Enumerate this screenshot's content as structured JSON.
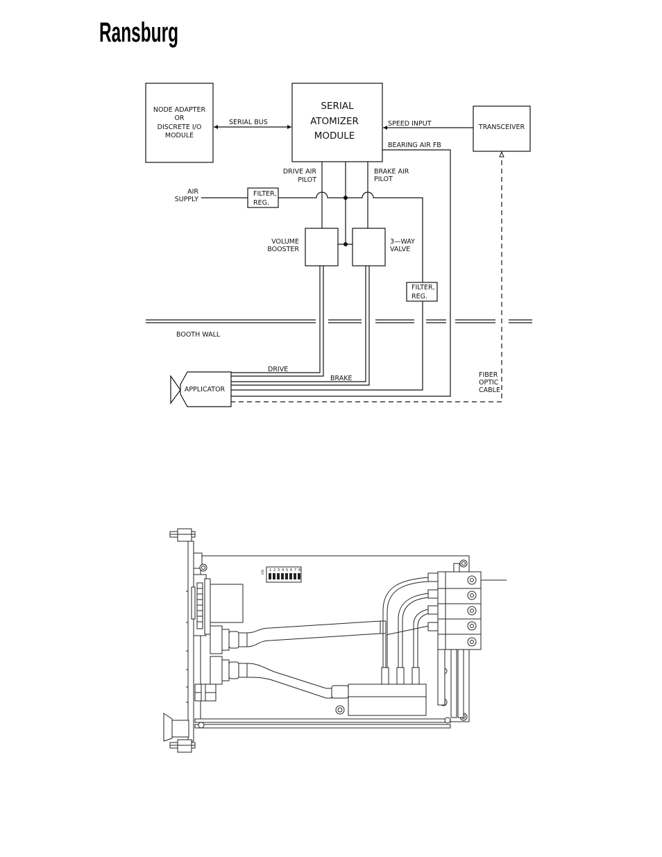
{
  "brand": {
    "name": "Ransburg"
  },
  "block_diagram": {
    "node_adapter": [
      "NODE ADAPTER",
      "OR",
      "DISCRETE I/O",
      "MODULE"
    ],
    "sam_module": [
      "SERIAL",
      "ATOMIZER",
      "MODULE"
    ],
    "transceiver": "TRANSCEIVER",
    "serial_bus": "SERIAL BUS",
    "speed_input": "SPEED INPUT",
    "bearing_air_fb": "BEARING AIR FB",
    "drive_air_pilot": [
      "DRIVE AIR",
      "PILOT"
    ],
    "brake_air_pilot": [
      "BRAKE AIR",
      "PILOT"
    ],
    "air_supply": [
      "AIR",
      "SUPPLY"
    ],
    "filter_reg_1": [
      "FILTER,",
      "REG."
    ],
    "filter_reg_2": [
      "FILTER,",
      "REG."
    ],
    "volume_booster": [
      "VOLUME",
      "BOOSTER"
    ],
    "three_way_valve": [
      "3—WAY",
      "VALVE"
    ],
    "booth_wall": "BOOTH WALL",
    "drive": "DRIVE",
    "brake": "BRAKE",
    "applicator": "APPLICATOR",
    "fiber_optic_cable": [
      "FIBER",
      "OPTIC",
      "CABLE"
    ]
  },
  "pcb": {
    "dip_switch_labels": [
      "1",
      "2",
      "3",
      "4",
      "5",
      "6",
      "7",
      "8"
    ],
    "dip_on_label": "ON"
  }
}
